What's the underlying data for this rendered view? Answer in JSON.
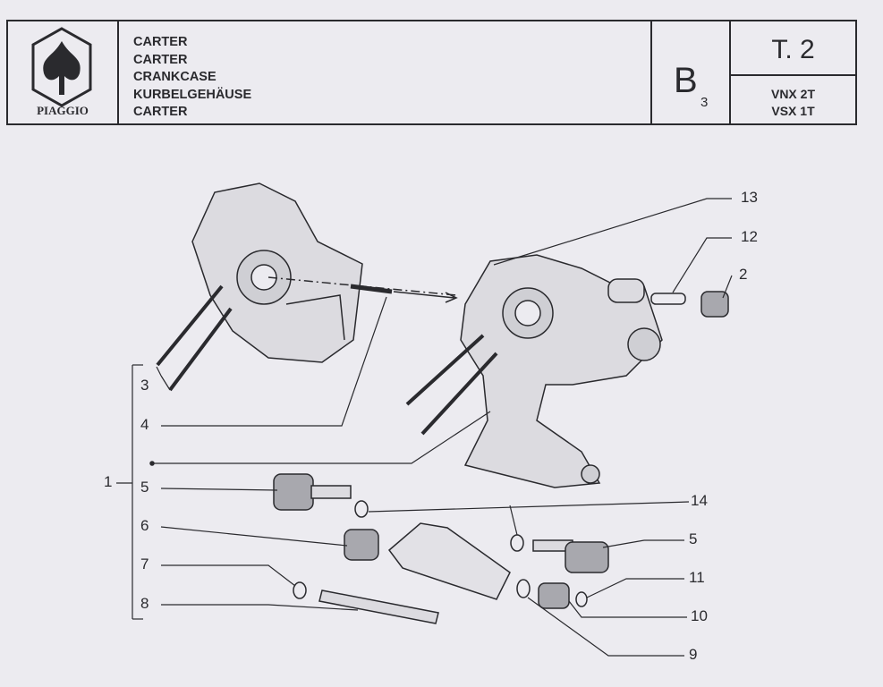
{
  "header": {
    "brand": "PIAGGIO",
    "titles": [
      "CARTER",
      "CARTER",
      "CRANKCASE",
      "KURBELGEHÄUSE",
      "CARTER"
    ],
    "section_letter": "B",
    "section_sub": "3",
    "table": "T. 2",
    "models": [
      "VNX 2T",
      "VSX 1T"
    ]
  },
  "callouts": {
    "n13": "13",
    "n12": "12",
    "n2": "2",
    "n3": "3",
    "n4": "4",
    "n1": "1",
    "n5a": "5",
    "n6": "6",
    "n7": "7",
    "n8": "8",
    "n14": "14",
    "n5b": "5",
    "n11": "11",
    "n10": "10",
    "n9": "9"
  }
}
